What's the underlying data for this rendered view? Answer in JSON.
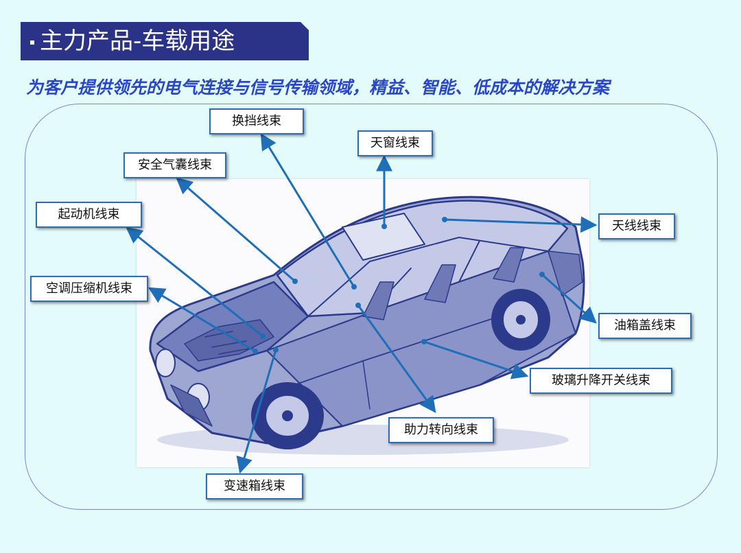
{
  "header": {
    "title": "主力产品-车载用途",
    "subtitle": "为客户提供领先的电气连接与信号传输领域，精益、智能、低成本的解决方案"
  },
  "colors": {
    "banner": "#2b3389",
    "subtitle": "#2a47c7",
    "background": "#e4fbfb",
    "arrow": "#1e6fb8",
    "car_tint": "#2c3a8c"
  },
  "labels": {
    "shift_harness": "换挡线束",
    "sunroof_harness": "天窗线束",
    "airbag_harness": "安全气囊线束",
    "starter_harness": "起动机线束",
    "antenna_harness": "天线线束",
    "ac_compressor_harness": "空调压缩机线束",
    "fuel_cap_harness": "油箱盖线束",
    "window_switch_harness": "玻璃升降开关线束",
    "power_steering_harness": "助力转向线束",
    "gearbox_harness": "变速箱线束"
  }
}
